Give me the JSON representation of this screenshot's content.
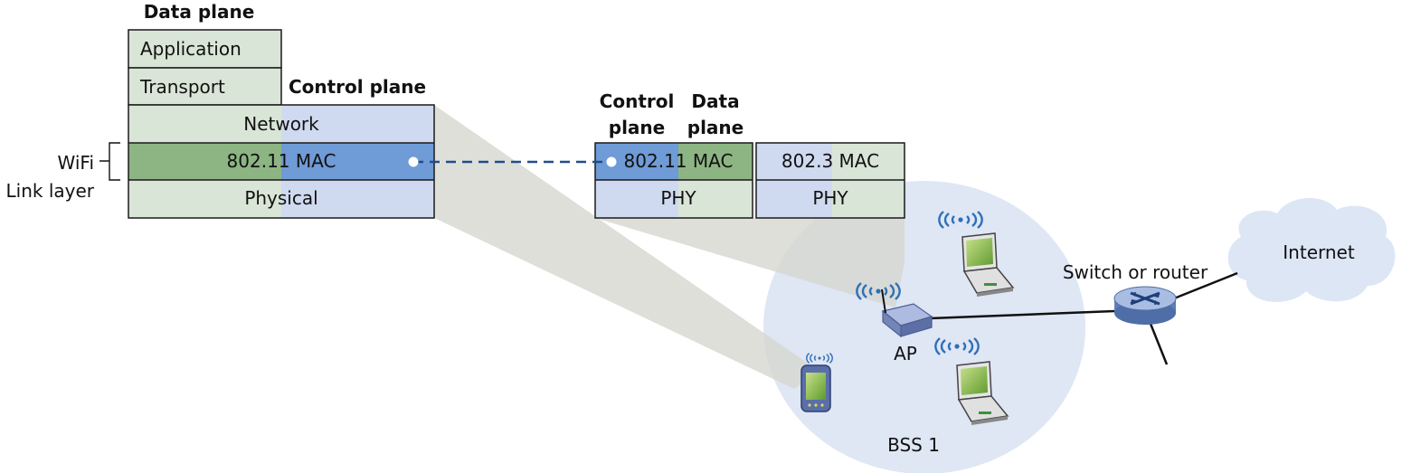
{
  "host_stack": {
    "data_plane_label": "Data plane",
    "control_plane_label": "Control plane",
    "application": "Application",
    "transport": "Transport",
    "network": "Network",
    "mac": "802.11 MAC",
    "physical": "Physical",
    "wifi_label": "WiFi",
    "link_layer_label": "Link layer"
  },
  "ap_stack": {
    "control_plane_label_1": "Control",
    "control_plane_label_2": "plane",
    "data_plane_label_1": "Data",
    "data_plane_label_2": "plane",
    "wifi_mac": "802.11 MAC",
    "wifi_phy": "PHY",
    "eth_mac": "802.3 MAC",
    "eth_phy": "PHY"
  },
  "network": {
    "ap_label": "AP",
    "bss_label": "BSS 1",
    "switch_label": "Switch or router",
    "internet_label": "Internet"
  },
  "colors": {
    "data_plane_light": "#d9e5d6",
    "data_plane_dark": "#8db583",
    "control_plane_light": "#cfdaf0",
    "control_plane_dark": "#6f9bd6",
    "bss_fill": "#dfe6f4",
    "dashed_link": "#1f4e8c"
  },
  "icons": [
    "phone-icon",
    "laptop-icon",
    "access-point-icon",
    "router-icon",
    "wireless-signal-icon",
    "cloud-icon"
  ]
}
